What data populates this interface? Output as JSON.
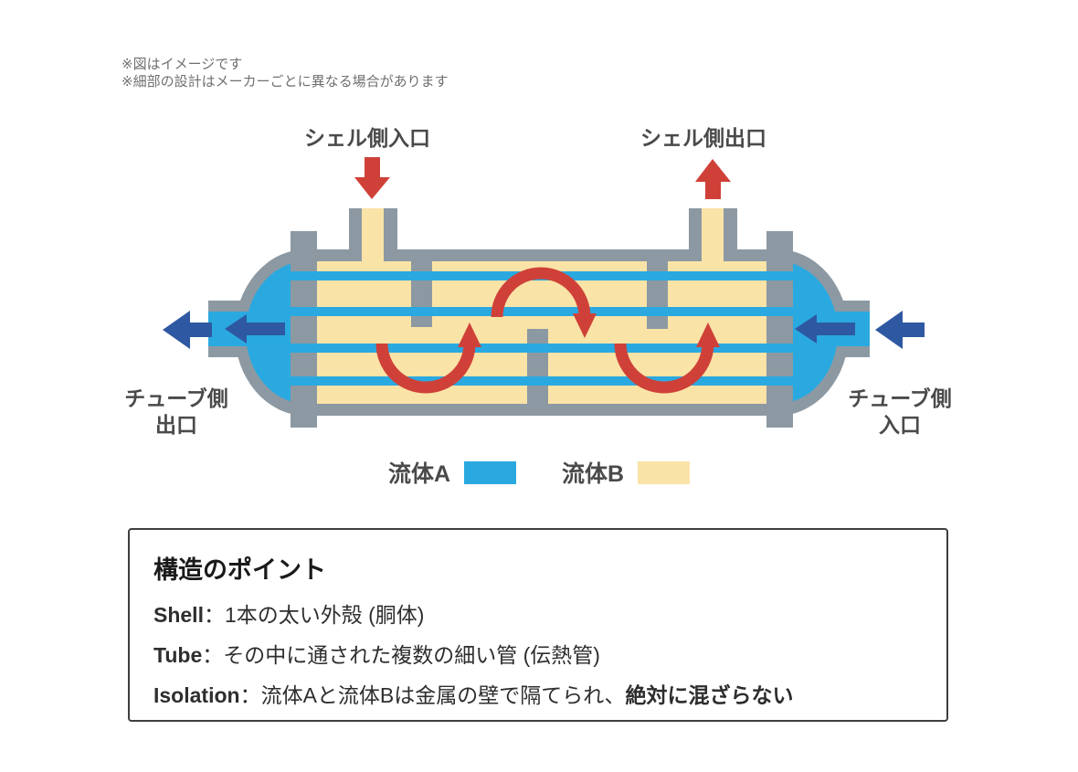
{
  "colors": {
    "shell_gray": "#8C99A2",
    "fluid_a_cyan": "#2AA9E0",
    "fluid_b_cream": "#FAE3A7",
    "flow_red": "#CF4138",
    "tube_flow_blue": "#2E58A1",
    "label_text": "#4A4A4A",
    "note_text": "#6F6F6F",
    "box_border": "#3E3E3E",
    "box_title": "#1A1A1A",
    "box_text": "#2E2E2E",
    "background": "#FFFFFF"
  },
  "disclaimer": {
    "line1": "※図はイメージです",
    "line2": "※細部の設計はメーカーごとに異なる場合があります"
  },
  "diagram": {
    "labels": {
      "shell_inlet": "シェル側入口",
      "shell_outlet": "シェル側出口",
      "tube_outlet_line1": "チューブ側",
      "tube_outlet_line2": "出口",
      "tube_inlet_line1": "チューブ側",
      "tube_inlet_line2": "入口"
    },
    "legend": {
      "fluid_a": "流体A",
      "fluid_b": "流体B"
    }
  },
  "points_box": {
    "title": "構造のポイント",
    "points": [
      {
        "term": "Shell",
        "rest": "：1本の太い外殻 (胴体)",
        "bold_suffix": ""
      },
      {
        "term": "Tube",
        "rest": "：その中に通された複数の細い管 (伝熱管)",
        "bold_suffix": ""
      },
      {
        "term": "Isolation",
        "rest": "：流体Aと流体Bは金属の壁で隔てられ、",
        "bold_suffix": "絶対に混ざらない"
      }
    ]
  }
}
